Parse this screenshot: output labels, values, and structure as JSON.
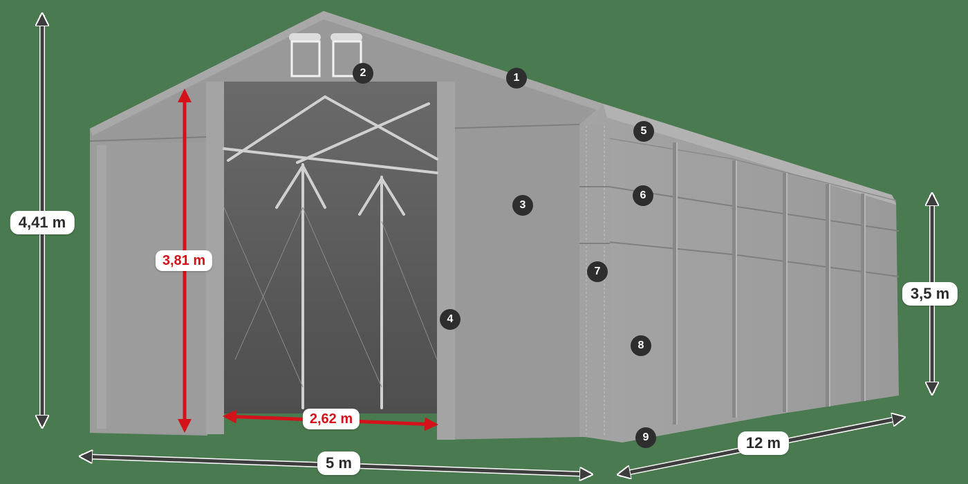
{
  "diagram": {
    "subject": "tent",
    "colors": {
      "background": "#4a7a4f",
      "tent_fabric": "#9a9a9a",
      "tent_fabric_light": "#a8a8a8",
      "tent_fabric_dark": "#858585",
      "interior": "#5c5c5c",
      "frame": "#d0d0d0",
      "dimension_arrow": "#3d3d3d",
      "door_dimension_arrow": "#d4121a",
      "label_bg": "#ffffff",
      "marker_bg": "#2e2e2e"
    }
  },
  "dimensions": {
    "total_height": "4,41 m",
    "side_height": "3,5 m",
    "door_height": "3,81 m",
    "door_width": "2,62 m",
    "width": "5 m",
    "length": "12 m"
  },
  "markers": [
    {
      "number": "1",
      "part": "roof"
    },
    {
      "number": "2",
      "part": "gable-vent-windows"
    },
    {
      "number": "3",
      "part": "front-gable-wall"
    },
    {
      "number": "4",
      "part": "door-fastener"
    },
    {
      "number": "5",
      "part": "upper-side-eave"
    },
    {
      "number": "6",
      "part": "side-strap-band"
    },
    {
      "number": "7",
      "part": "corner-post-sleeve"
    },
    {
      "number": "8",
      "part": "side-wall-panel"
    },
    {
      "number": "9",
      "part": "ground-skirt"
    }
  ]
}
